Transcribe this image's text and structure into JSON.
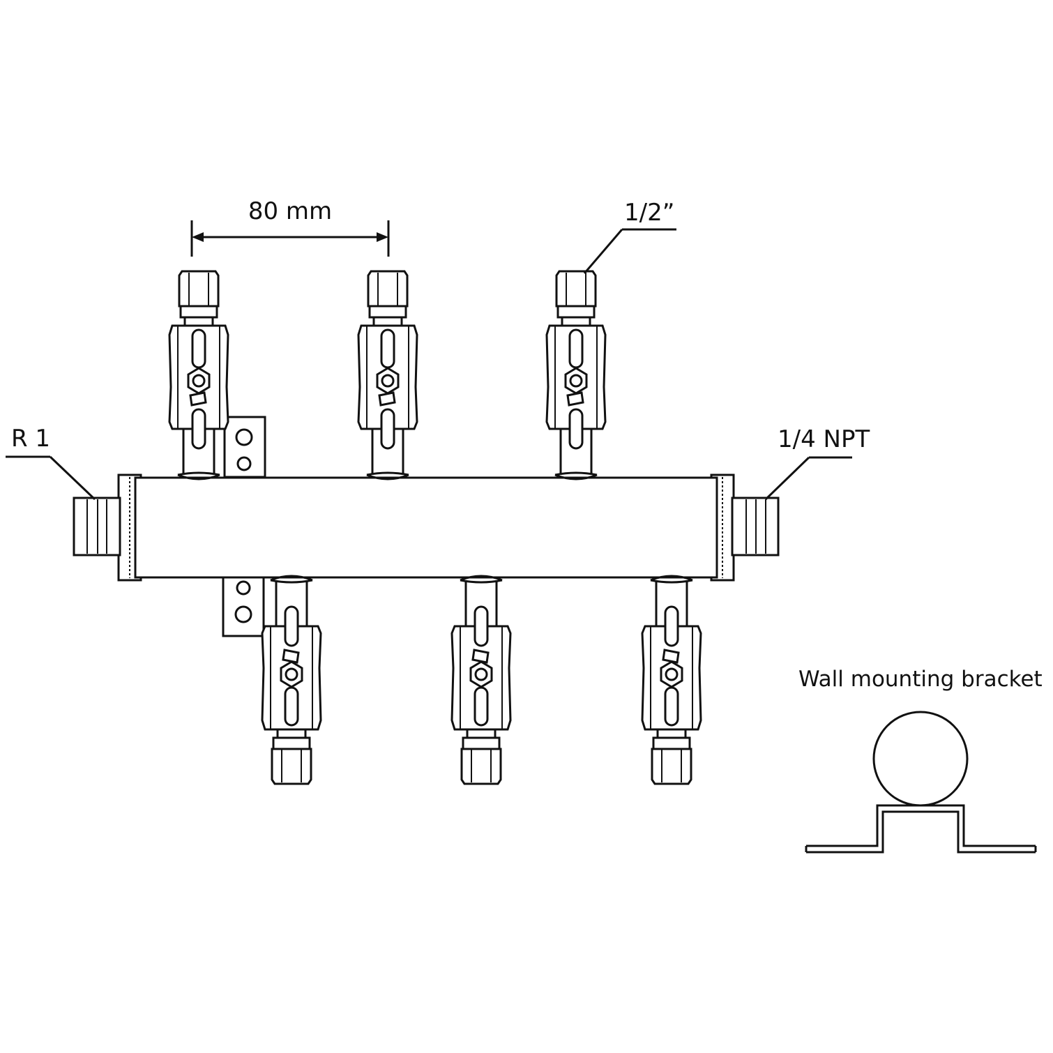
{
  "labels": {
    "spacing": "80 mm",
    "outlet_size": "1/2”",
    "inlet_thread": "R 1",
    "end_thread": "1/4 NPT",
    "bracket_title": "Wall mounting bracket"
  },
  "colors": {
    "line": "#111111",
    "background": "#ffffff"
  }
}
